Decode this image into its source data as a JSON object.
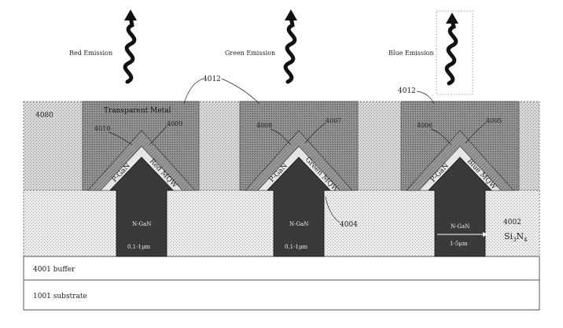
{
  "emissions": {
    "red": "Red Emission",
    "green": "Green Emission",
    "blue": "Blue Emission"
  },
  "labels": {
    "transparent_metal": "Transparent Metal",
    "region_4080": "4080",
    "layer_4001": "4001 buffer",
    "layer_1001": "1001 substrate",
    "si3n4_main": "Si",
    "si3n4_sub3": "3",
    "si3n4_n": "N",
    "si3n4_sub4": "4",
    "ref_4002": "4002",
    "ref_4004": "4004",
    "ref_4012_left": "4012",
    "ref_4012_right": "4012"
  },
  "columns": [
    {
      "id": "red",
      "pgan": "P-GaN",
      "mqw": "Red MQW",
      "ngan": "N-GaN",
      "size": "0.1-1μm",
      "ref_left": "4010",
      "ref_right": "4009"
    },
    {
      "id": "green",
      "pgan": "P-GaN",
      "mqw": "Green MQW",
      "ngan": "N-GaN",
      "size": "0.1-1μm",
      "ref_left": "4008",
      "ref_right": "4007"
    },
    {
      "id": "blue",
      "pgan": "P-GaN",
      "mqw": "Blue MQW",
      "ngan": "N-GaN",
      "size": "1-5μm",
      "ref_left": "4006",
      "ref_right": "4005"
    }
  ],
  "colors": {
    "outline": "#222222",
    "nitride_fill": "#d0d0d0",
    "dot_fill": "#bdbdbd",
    "metal_fill": "#8c8c8c",
    "arrow_fill": "#3c3c3c",
    "layer_fill": "#ffffff"
  }
}
